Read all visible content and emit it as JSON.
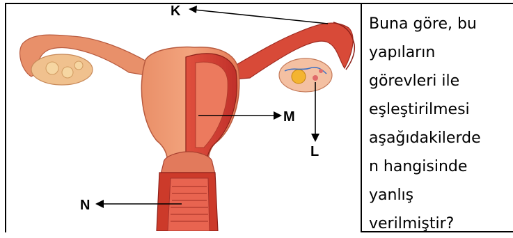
{
  "diagram": {
    "labels": {
      "k": "K",
      "l": "L",
      "m": "M",
      "n": "N"
    }
  },
  "question": {
    "lines": [
      "Buna göre, bu",
      "yapıların",
      "görevleri ile",
      "eşleştirilmesi",
      "aşağıdakilerde",
      "n hangisinde",
      "yanlış",
      "verilmiştir?"
    ]
  }
}
